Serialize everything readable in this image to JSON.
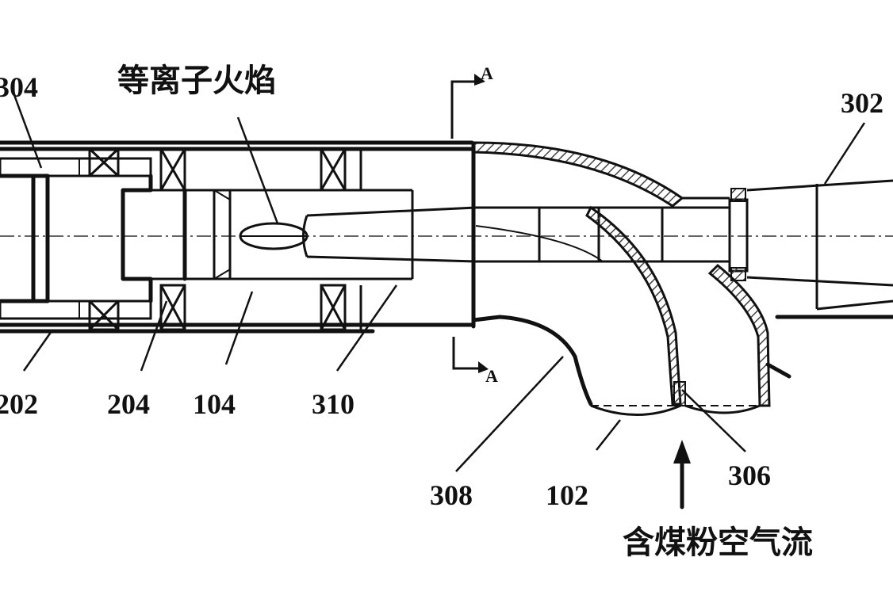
{
  "labels": {
    "flame": "等离子火焰",
    "airflow": "含煤粉空气流",
    "section_top": "A",
    "section_bottom": "A",
    "p304": "304",
    "p302": "302",
    "p202": "202",
    "p204": "204",
    "p104": "104",
    "p310": "310",
    "p308": "308",
    "p102": "102",
    "p306": "306"
  },
  "colors": {
    "ink": "#111111",
    "hatch": "#444444",
    "background": "#ffffff"
  }
}
